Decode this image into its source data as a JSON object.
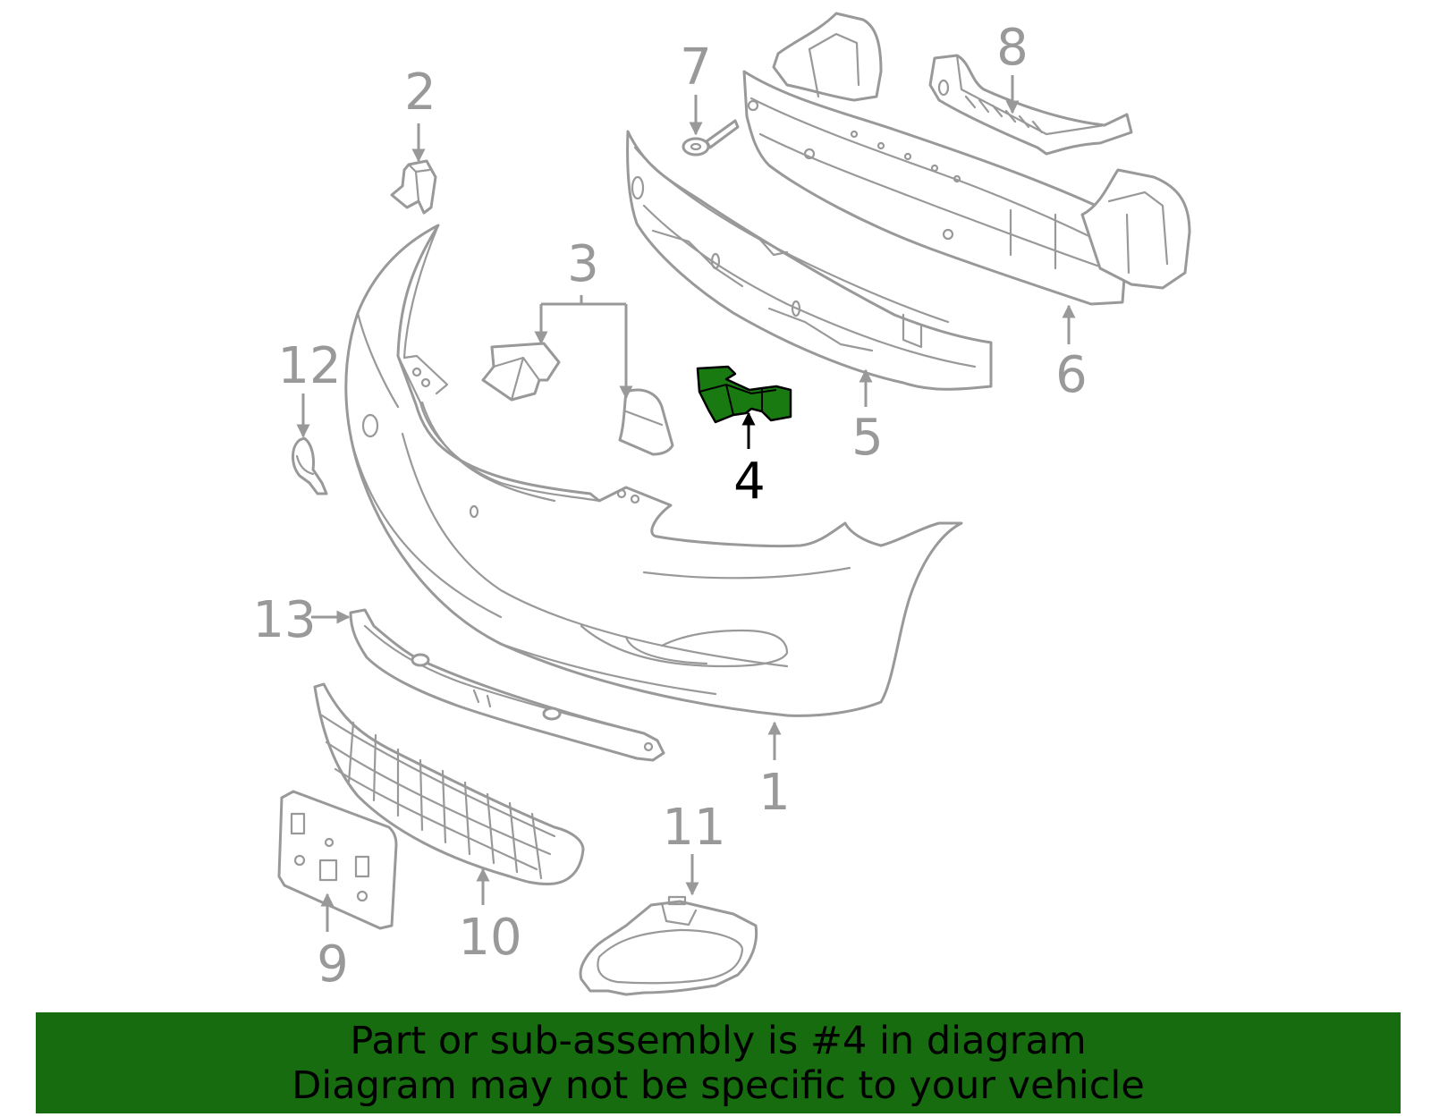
{
  "colors": {
    "line": "#999999",
    "highlight_fill": "#1a7a12",
    "highlight_callout": "#000000",
    "banner_background": "#176c10",
    "background": "#ffffff"
  },
  "callouts": {
    "c1": "1",
    "c2": "2",
    "c3": "3",
    "c4": "4",
    "c5": "5",
    "c6": "6",
    "c7": "7",
    "c8": "8",
    "c9": "9",
    "c10": "10",
    "c11": "11",
    "c12": "12",
    "c13": "13"
  },
  "highlighted_part": "4",
  "banner": {
    "line1": "Part or sub-assembly is #4 in diagram",
    "line2": "Diagram may not be specific to your vehicle"
  }
}
